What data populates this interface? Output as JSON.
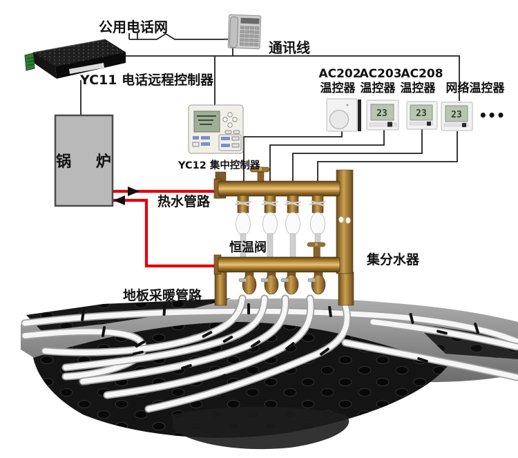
{
  "labels": {
    "public_phone_network": "公用电话网",
    "comm_line": "通讯线",
    "yc11_controller": "YC11 电话远程控制器",
    "boiler": "锅 炉",
    "yc12_controller": "YC12 集中控制器",
    "hot_water_pipes": "热水管路",
    "thermostatic_valve": "恒温阀",
    "manifold": "集分水器",
    "floor_heating_pipes": "地板采暖管路",
    "more_devices": "•••"
  },
  "thermostats": [
    {
      "model": "AC202",
      "type": "温控器",
      "display": ""
    },
    {
      "model": "AC203",
      "type": "温控器",
      "display": "23"
    },
    {
      "model": "AC208",
      "type": "温控器",
      "display": "23"
    },
    {
      "model": "网络温控器",
      "type": "",
      "display": "23"
    }
  ],
  "colors": {
    "pipe_red": "#e2000b",
    "wire_black": "#1f1f1f",
    "brass_mid": "#b68635",
    "boiler_gray": "#b9b9b9",
    "lcd_green": "#b9c4b2"
  }
}
